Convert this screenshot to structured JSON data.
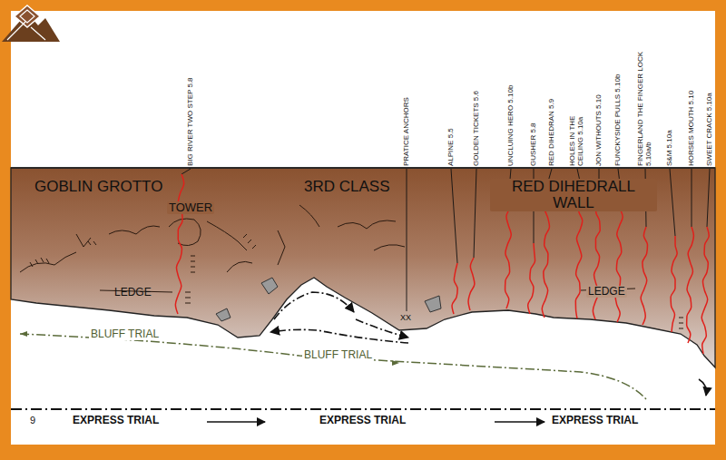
{
  "diagram": {
    "labels": [
      "BIG RIVER TWO STEP 5.8",
      "PRATICE ANCHORS",
      "ALPINE 5.5",
      "GOLDEN TICKETS 5.6",
      "UNCLUING HERO 5.10b",
      "GUSHER 5.8",
      "RED DIHEDRAN 5.9",
      "HOLES IN THE CEILING 5.10a",
      "JON WITHOUTS 5.10",
      "FUNCKYSIDE PULLS 5.10b",
      "FINGERLAND THE FINGER LOCK 5.10a/b",
      "S&M 5.10a",
      "HORSES MOUTH 5.10",
      "SWEET CRACK 5.10a",
      "GOBLIN GROTTO",
      "3RD CLASS",
      "RED DIHEDRALL WALL",
      "TOWER",
      "LEDGE",
      "XX",
      "LEDGE",
      "BLUFF TRIAL",
      "BLUFF TRIAL",
      "9",
      "EXPRESS TRIAL",
      "EXPRESS TRIAL",
      "EXPRESS TRIAL"
    ]
  }
}
